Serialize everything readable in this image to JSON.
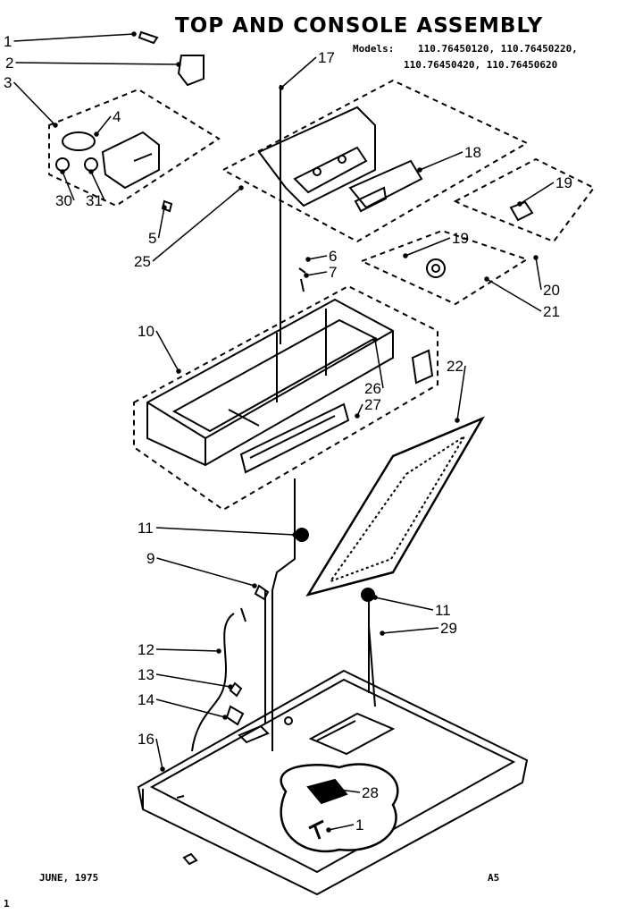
{
  "title": "TOP AND CONSOLE ASSEMBLY",
  "models": {
    "label": "Models:",
    "line1": "110.76450120, 110.76450220,",
    "line2": "110.76450420, 110.76450620"
  },
  "date": "JUNE, 1975",
  "page_code": "A5",
  "margin_mark": "1",
  "callouts": [
    "1",
    "2",
    "3",
    "4",
    "30",
    "31",
    "5",
    "25",
    "17",
    "18",
    "19",
    "19",
    "20",
    "21",
    "6",
    "7",
    "10",
    "26",
    "27",
    "22",
    "11",
    "9",
    "11",
    "29",
    "12",
    "13",
    "14",
    "16",
    "28",
    "1"
  ]
}
